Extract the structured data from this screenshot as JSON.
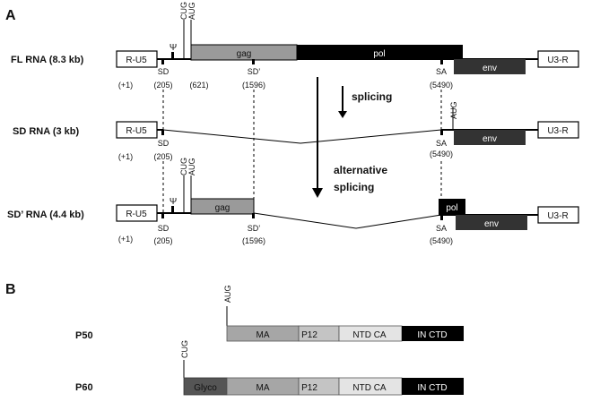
{
  "panel_a": {
    "label": "A",
    "rows": [
      {
        "name": "FL RNA (8.3 kb)"
      },
      {
        "name": "SD RNA (3 kb)"
      },
      {
        "name": "SD’ RNA (4.4 kb)"
      }
    ],
    "box_labels": {
      "r_u5": "R-U5",
      "u3_r": "U3-R",
      "gag": "gag",
      "pol": "pol",
      "env": "env"
    },
    "site_labels": {
      "plus1": "(+1)",
      "sd": "SD",
      "sd_pos": "(205)",
      "pos_621": "(621)",
      "sd_prime": "SD’",
      "sd_prime_pos": "(1596)",
      "sa": "SA",
      "sa_pos": "(5490)",
      "cug": "CUG",
      "aug": "AUG",
      "psi": "Ψ"
    },
    "arrows": {
      "splicing": "splicing",
      "alt_line1": "alternative",
      "alt_line2": "splicing"
    }
  },
  "panel_b": {
    "label": "B",
    "p50": {
      "name": "P50",
      "start": "AUG",
      "domains": [
        "MA",
        "P12",
        "NTD CA",
        "IN CTD"
      ]
    },
    "p60": {
      "name": "P60",
      "start": "CUG",
      "domains": [
        "Glyco",
        "MA",
        "P12",
        "NTD CA",
        "IN CTD"
      ]
    }
  },
  "colors": {
    "gag": "#9a9a9a",
    "pol": "#000000",
    "env": "#333333",
    "glyco": "#555555",
    "ma": "#a6a6a6",
    "p12": "#c4c4c4",
    "ntd_ca": "#e4e4e4",
    "in_ctd": "#000000"
  }
}
